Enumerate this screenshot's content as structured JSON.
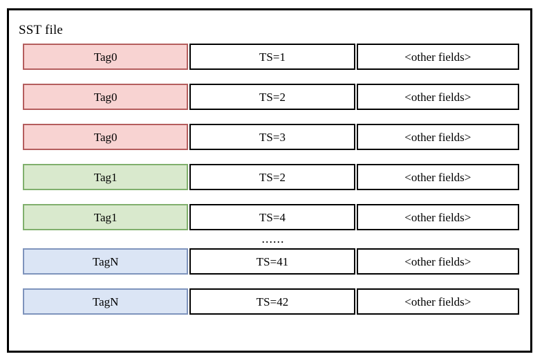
{
  "diagram": {
    "container_label": "SST file",
    "columns": [
      "tag",
      "timestamp",
      "other"
    ],
    "ellipsis": "......",
    "colors": {
      "pink_fill": "#f8d3d2",
      "pink_border": "#b45d5d",
      "green_fill": "#d9e9cd",
      "green_border": "#80af6c",
      "blue_fill": "#dbe5f5",
      "blue_border": "#7e93bc",
      "frame_border": "#000000",
      "cell_border": "#000000",
      "background": "#ffffff"
    },
    "rows": [
      {
        "tag": "Tag0",
        "ts": "TS=1",
        "other": "<other fields>",
        "tone": "tone-pink"
      },
      {
        "tag": "Tag0",
        "ts": "TS=2",
        "other": "<other fields>",
        "tone": "tone-pink"
      },
      {
        "tag": "Tag0",
        "ts": "TS=3",
        "other": "<other fields>",
        "tone": "tone-pink"
      },
      {
        "tag": "Tag1",
        "ts": "TS=2",
        "other": "<other fields>",
        "tone": "tone-green"
      },
      {
        "tag": "Tag1",
        "ts": "TS=4",
        "other": "<other fields>",
        "tone": "tone-green"
      },
      {
        "tag": "TagN",
        "ts": "TS=41",
        "other": "<other fields>",
        "tone": "tone-blue"
      },
      {
        "tag": "TagN",
        "ts": "TS=42",
        "other": "<other fields>",
        "tone": "tone-blue"
      }
    ]
  }
}
